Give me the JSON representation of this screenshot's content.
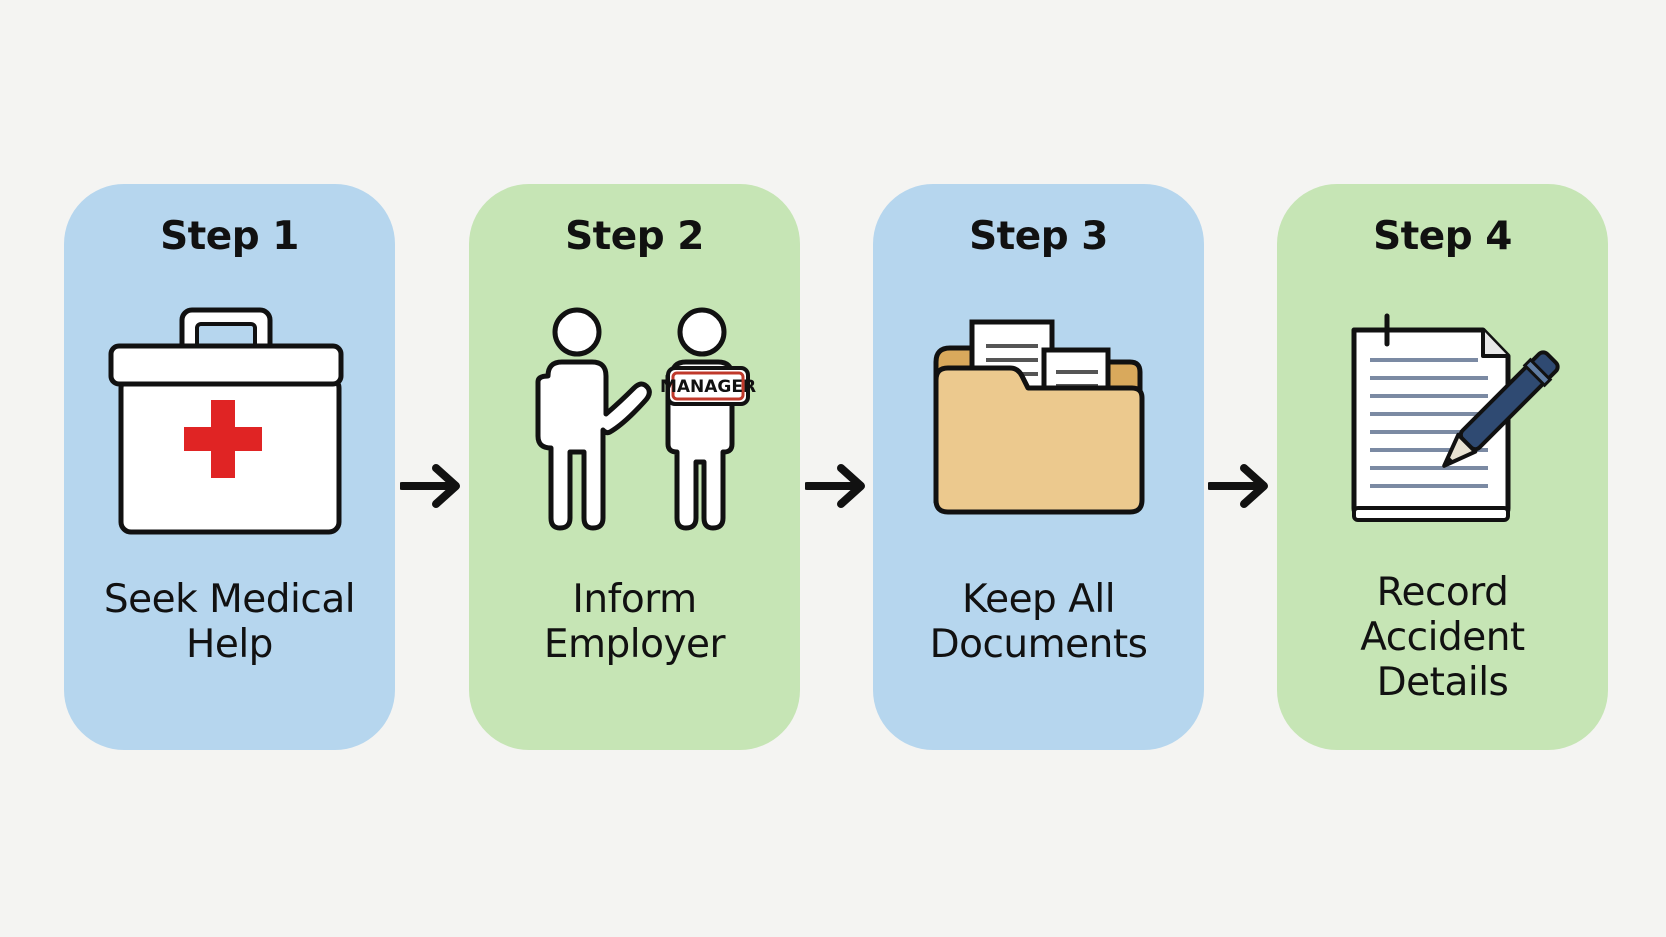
{
  "steps": [
    {
      "title": "Step 1",
      "label": "Seek Medical\nHelp",
      "icon": "first-aid-kit-icon",
      "color": "#b6d6ee"
    },
    {
      "title": "Step 2",
      "label": "Inform\nEmployer",
      "icon": "employee-manager-icon",
      "badge": "MANAGER",
      "color": "#c6e5b5"
    },
    {
      "title": "Step 3",
      "label": "Keep All\nDocuments",
      "icon": "document-folder-icon",
      "color": "#b6d6ee"
    },
    {
      "title": "Step 4",
      "label": "Record\nAccident\nDetails",
      "icon": "notepad-pen-icon",
      "color": "#c6e5b5"
    }
  ],
  "colors": {
    "background": "#f4f4f2",
    "card_blue": "#b6d6ee",
    "card_green": "#c6e5b5",
    "cross_red": "#e02424",
    "folder_tan": "#ecc98e",
    "pen_navy": "#2f4a72"
  }
}
